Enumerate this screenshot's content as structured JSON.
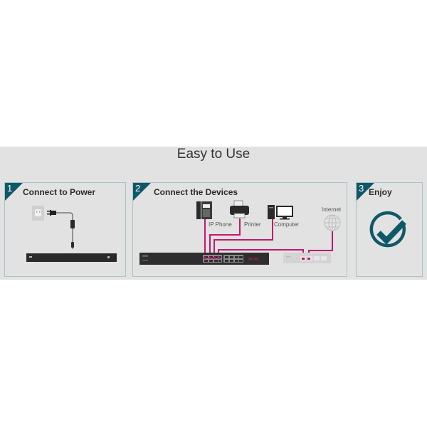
{
  "header": {
    "title": "Easy to Use"
  },
  "steps": [
    {
      "number": "1",
      "title": "Connect to Power"
    },
    {
      "number": "2",
      "title": "Connect the Devices",
      "labels": {
        "ip_phone": "IP Phone",
        "printer": "Printer",
        "computer": "Computer",
        "internet": "Internet"
      }
    },
    {
      "number": "3",
      "title": "Enjoy"
    }
  ],
  "colors": {
    "accent_teal": "#0f5868",
    "cable_magenta": "#c2186e",
    "band_gray": "#e2e2e2",
    "panel_border": "#a9c3c8"
  }
}
